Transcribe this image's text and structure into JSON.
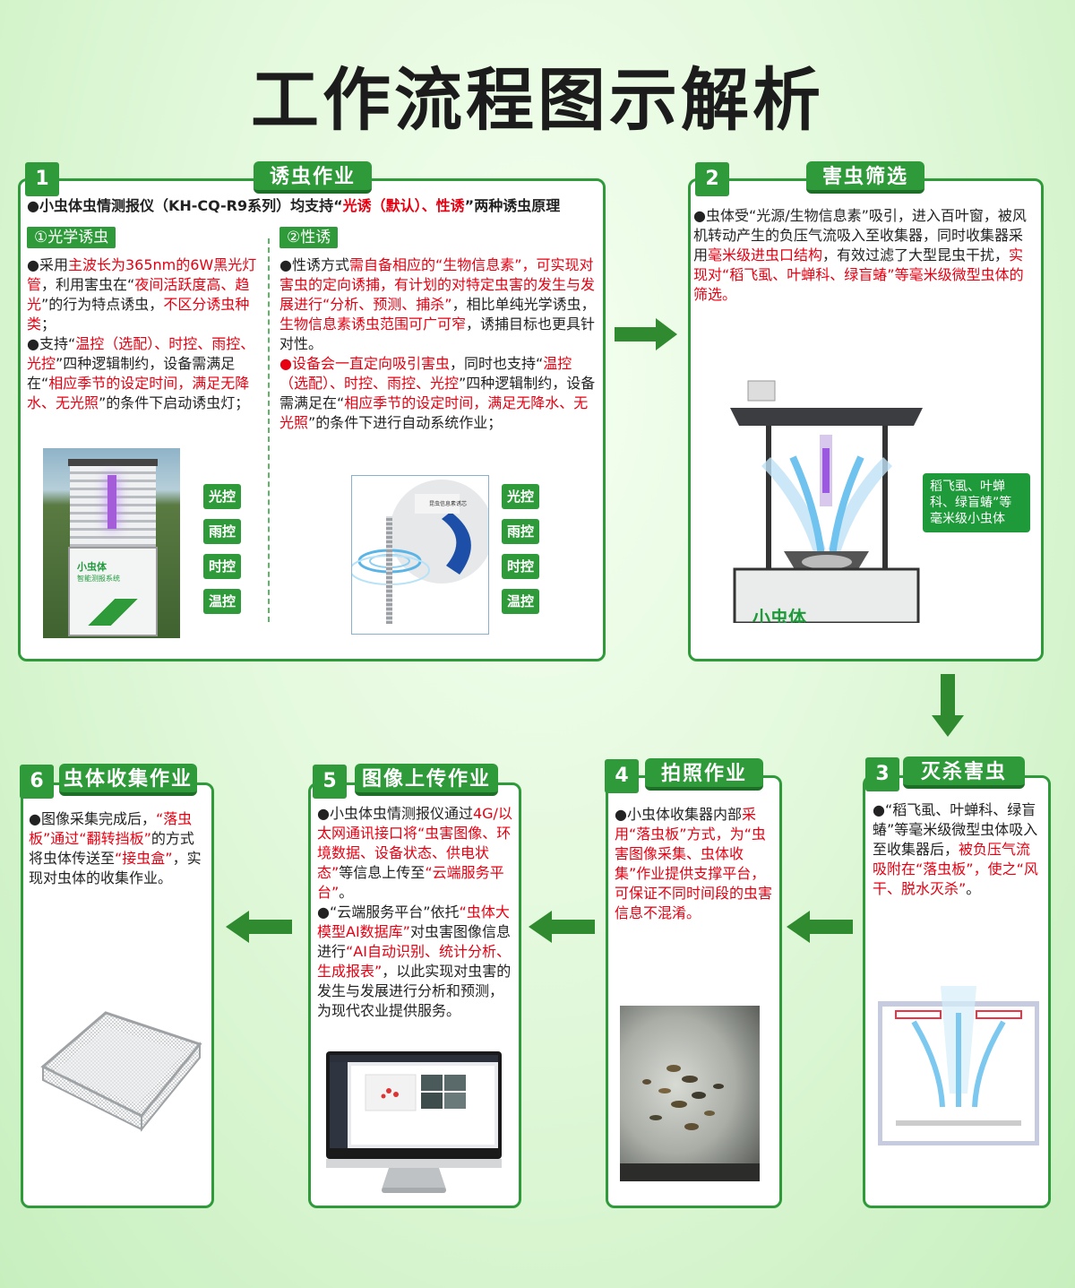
{
  "page_title": "工作流程图示解析",
  "colors": {
    "accent": "#2f9a3a",
    "highlight": "#e60012"
  },
  "step1": {
    "num": "1",
    "title": "诱虫作业",
    "intro_a": "●小虫体虫情测报仪（KH-CQ-R9系列）均支持“",
    "intro_red": "光诱（默认）、性诱",
    "intro_b": "”两种诱虫原理",
    "optical": {
      "tag": "①光学诱虫",
      "p1a": "●采用",
      "p1red": "主波长为365nm的6W黑光灯管",
      "p1b": "，利用害虫在“",
      "p1red2": "夜间活跃度高、趋光",
      "p1c": "”的行为特点诱虫，",
      "p1red3": "不区分诱虫种类",
      "p1d": "；",
      "p2a": "●支持“",
      "p2red": "温控（选配）、时控、雨控、光控",
      "p2b": "”四种逻辑制约，设备需满足在“",
      "p2red2": "相应季节的设定时间，满足无降水、无光照",
      "p2c": "”的条件下启动诱虫灯；",
      "controls": [
        "光控",
        "雨控",
        "时控",
        "温控"
      ]
    },
    "sex": {
      "tag": "②性诱",
      "p1a": "●性诱方式",
      "p1red": "需自备相应的“生物信息素”，可实现对害虫的定向诱捕，有计划的对特定虫害的发生与发展进行“分析、预测、捕杀”",
      "p1b": "，相比单纯光学诱虫，",
      "p1red2": "生物信息素诱虫范围可广可窄",
      "p1c": "，诱捕目标也更具针对性。",
      "p2red": "●设备会一直定向吸引害虫",
      "p2a": "，同时也支持“",
      "p2red2": "温控（选配）、时控、雨控、光控",
      "p2b": "”四种逻辑制约，设备需满足在“",
      "p2red3": "相应季节的设定时间，满足无降水、无光照",
      "p2c": "”的条件下进行自动系统作业；",
      "controls": [
        "光控",
        "雨控",
        "时控",
        "温控"
      ]
    },
    "device_brand": "小虫体",
    "device_sub": "智能测报系统",
    "lure_label": "昆虫信息素诱芯"
  },
  "step2": {
    "num": "2",
    "title": "害虫筛选",
    "pa": "●虫体受“光源/生物信息素”吸引，进入百叶窗，被风机转动产生的负压气流吸入至收集器，同时收集器采用",
    "pred": "毫米级进虫口结构",
    "pb": "，有效过滤了大型昆虫干扰，",
    "pred2": "实现对“稻飞虱、叶蝉科、绿盲蝽”等毫米级微型虫体的筛选。",
    "badge": "稻飞虱、叶蝉科、绿盲蝽”等毫米级小虫体",
    "device_brand": "小虫体"
  },
  "step3": {
    "num": "3",
    "title": "灭杀害虫",
    "pa": "●“稻飞虱、叶蝉科、绿盲蝽”等毫米级微型虫体吸入至收集器后，",
    "pred": "被负压气流吸附在“落虫板”，使之“风干、脱水灭杀”",
    "pb": "。"
  },
  "step4": {
    "num": "4",
    "title": "拍照作业",
    "pa": "●小虫体收集器内部",
    "pred": "采用“落虫板”方式，为“虫害图像采集、虫体收集”作业提供支撑平台，可保证不同时间段的虫害信息不混淆。"
  },
  "step5": {
    "num": "5",
    "title": "图像上传作业",
    "p1a": "●小虫体虫情测报仪通过",
    "p1red": "4G/以太网通讯接口将“虫害图像、环境数据、设备状态、供电状态”",
    "p1b": "等信息上传至",
    "p1red2": "“云端服务平台”",
    "p1c": "。",
    "p2a": "●“云端服务平台”依托",
    "p2red": "“虫体大模型AI数据库”",
    "p2b": "对虫害图像信息进行",
    "p2red2": "“AI自动识别、统计分析、生成报表”",
    "p2c": "，以此实现对虫害的发生与发展进行分析和预测，为现代农业提供服务。"
  },
  "step6": {
    "num": "6",
    "title": "虫体收集作业",
    "pa": "●图像采集完成后，",
    "pred": "“落虫板”通过“翻转挡板”",
    "pb": "的方式将虫体传送至",
    "pred2": "“接虫盒”",
    "pc": "，实现对虫体的收集作业。"
  }
}
